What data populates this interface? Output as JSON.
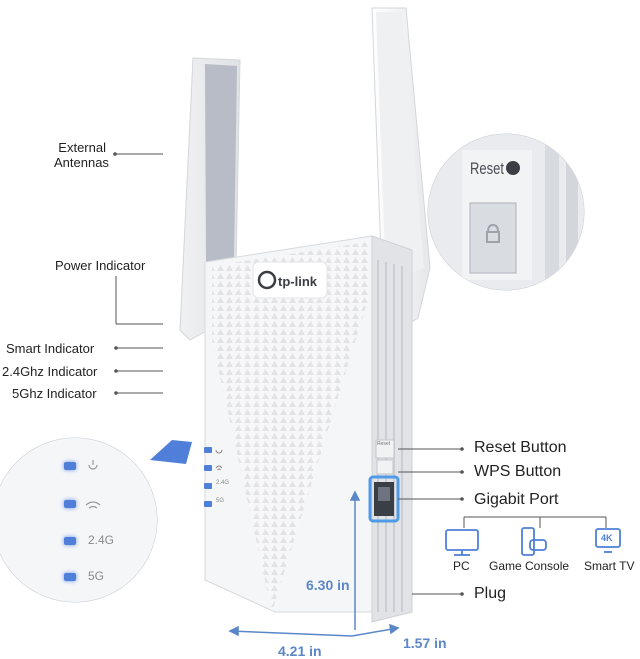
{
  "brand": "tp-link",
  "labels": {
    "external_antennas_line1": "External",
    "external_antennas_line2": "Antennas",
    "power_indicator": "Power Indicator",
    "smart_indicator": "Smart Indicator",
    "ghz24_indicator": "2.4Ghz Indicator",
    "ghz5_indicator": "5Ghz Indicator",
    "reset_button": "Reset Button",
    "wps_button": "WPS Button",
    "gigabit_port": "Gigabit Port",
    "plug": "Plug"
  },
  "devices": {
    "pc": "PC",
    "game_console": "Game Console",
    "smart_tv": "Smart TV",
    "tv_badge": "4K"
  },
  "dimensions": {
    "height": "6.30 in",
    "width": "4.21 in",
    "depth": "1.57 in"
  },
  "zoom_reset": {
    "reset_text": "Reset"
  },
  "led_zoom": {
    "ghz24": "2.4G",
    "ghz5": "5G"
  },
  "device_leds": {
    "ghz24": "2.4G",
    "ghz5": "5G"
  },
  "side_panel": {
    "reset_mini": "Reset"
  },
  "colors": {
    "accent_blue": "#4f7fd9",
    "dimension_blue": "#5b86c8",
    "device_white": "#f3f4f6"
  }
}
